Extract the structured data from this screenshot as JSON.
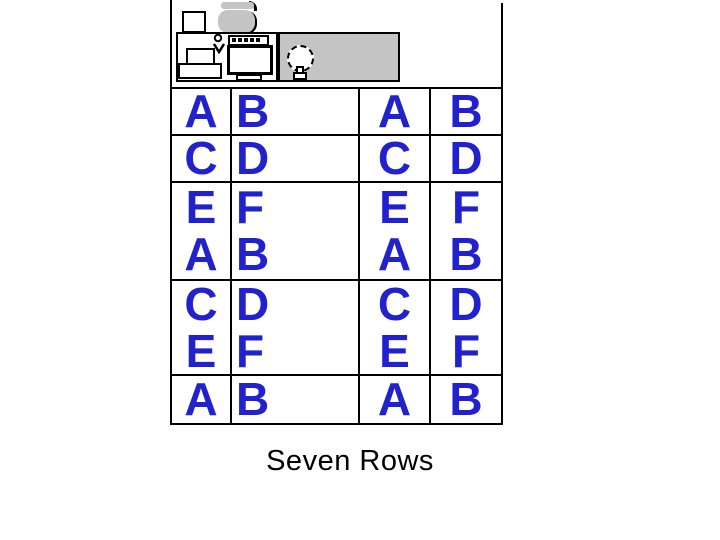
{
  "caption": {
    "text": "Seven Rows",
    "color": "#000000"
  },
  "table": {
    "letter_color": "#2121ce",
    "grid_line_color": "#000000",
    "bands": [
      [
        [
          "A"
        ],
        [
          "B"
        ],
        [
          "A"
        ],
        [
          "B"
        ]
      ],
      [
        [
          "C"
        ],
        [
          "D"
        ],
        [
          "C"
        ],
        [
          "D"
        ]
      ],
      [
        [
          "E",
          "A"
        ],
        [
          "F",
          "B"
        ],
        [
          "E",
          "A"
        ],
        [
          "F",
          "B"
        ]
      ],
      [
        [
          "C",
          "E"
        ],
        [
          "D",
          "F"
        ],
        [
          "C",
          "E"
        ],
        [
          "D",
          "F"
        ]
      ],
      [
        [
          "A"
        ],
        [
          "B"
        ],
        [
          "A"
        ],
        [
          "B"
        ]
      ]
    ]
  },
  "clipart": {
    "panel_gray": "#c4c4c4",
    "icons": [
      "box-icon",
      "jar-icon",
      "pedestal-icon",
      "needle-icon",
      "monitor-icon",
      "moon-circle-icon",
      "figure-icon"
    ]
  }
}
